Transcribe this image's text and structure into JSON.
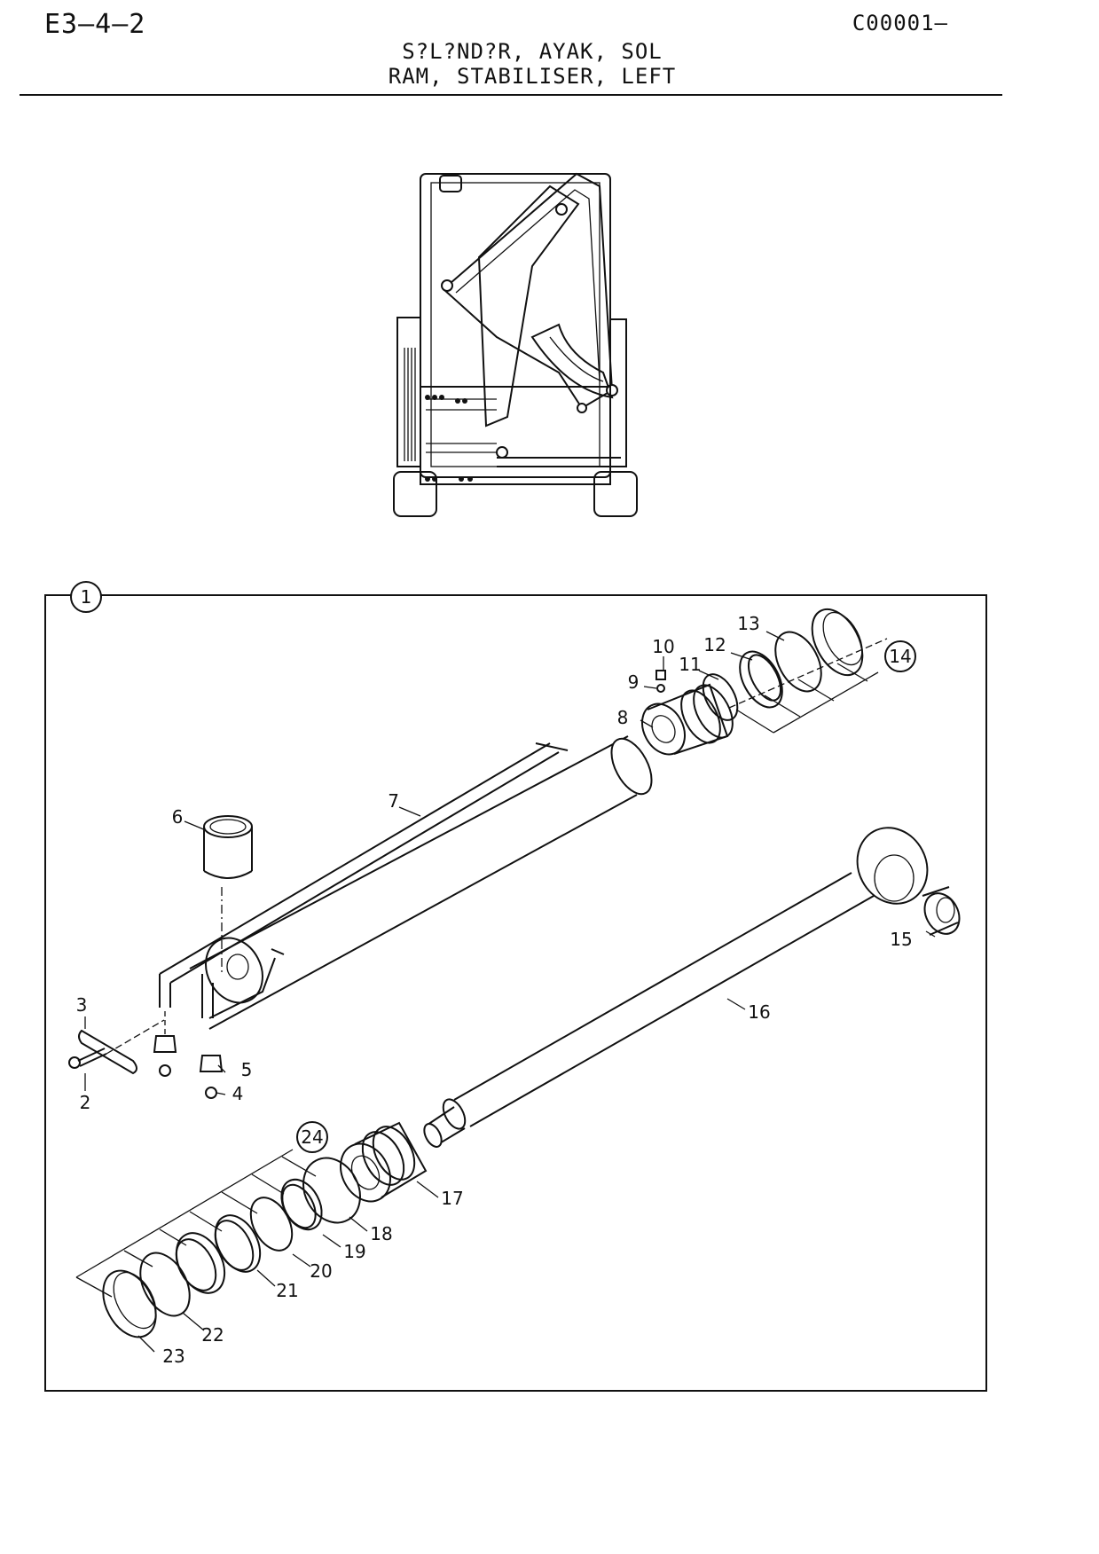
{
  "header": {
    "page_code": "E3–4–2",
    "sheet_code": "C00001–",
    "title_tr": "S?L?ND?R, AYAK, SOL",
    "title_en": "RAM, STABILISER, LEFT"
  },
  "callouts": {
    "assembly": "1",
    "p2": "2",
    "p3": "3",
    "p4": "4",
    "p5": "5",
    "p6": "6",
    "p7": "7",
    "p8": "8",
    "p9": "9",
    "p10": "10",
    "p11": "11",
    "p12": "12",
    "p13": "13",
    "kit_top": "14",
    "p15": "15",
    "p16": "16",
    "p17": "17",
    "p18": "18",
    "p19": "19",
    "p20": "20",
    "p21": "21",
    "p22": "22",
    "p23": "23",
    "kit_bottom": "24"
  }
}
